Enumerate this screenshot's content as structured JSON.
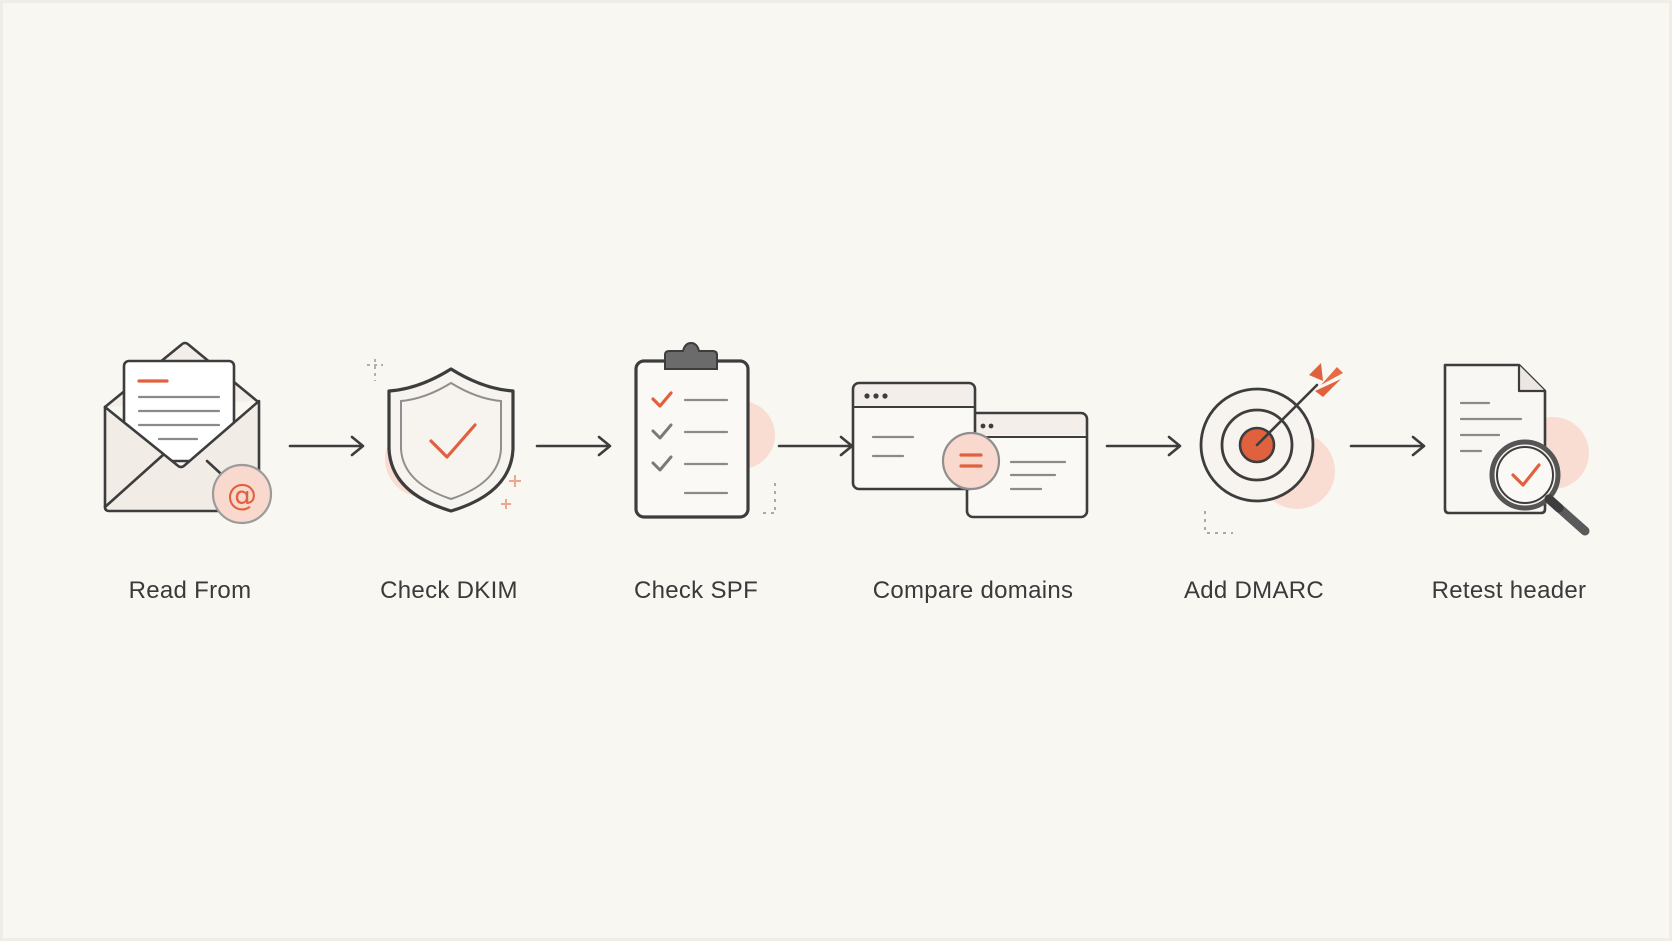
{
  "colors": {
    "background": "#f9f7f2",
    "line": "#3d3d3d",
    "accent": "#e0613d",
    "accent_soft": "#f9ddd3",
    "text": "#3a3a3a"
  },
  "steps": [
    {
      "label": "Read From",
      "icon": "envelope-at-icon"
    },
    {
      "label": "Check DKIM",
      "icon": "shield-check-icon"
    },
    {
      "label": "Check SPF",
      "icon": "clipboard-checklist-icon"
    },
    {
      "label": "Compare domains",
      "icon": "windows-equal-icon"
    },
    {
      "label": "Add DMARC",
      "icon": "target-arrow-icon"
    },
    {
      "label": "Retest header",
      "icon": "document-magnifier-icon"
    }
  ],
  "connectors": [
    "arrow-right-icon",
    "arrow-right-icon",
    "arrow-right-icon",
    "arrow-right-icon",
    "arrow-right-icon"
  ],
  "envelope_symbol": "@"
}
